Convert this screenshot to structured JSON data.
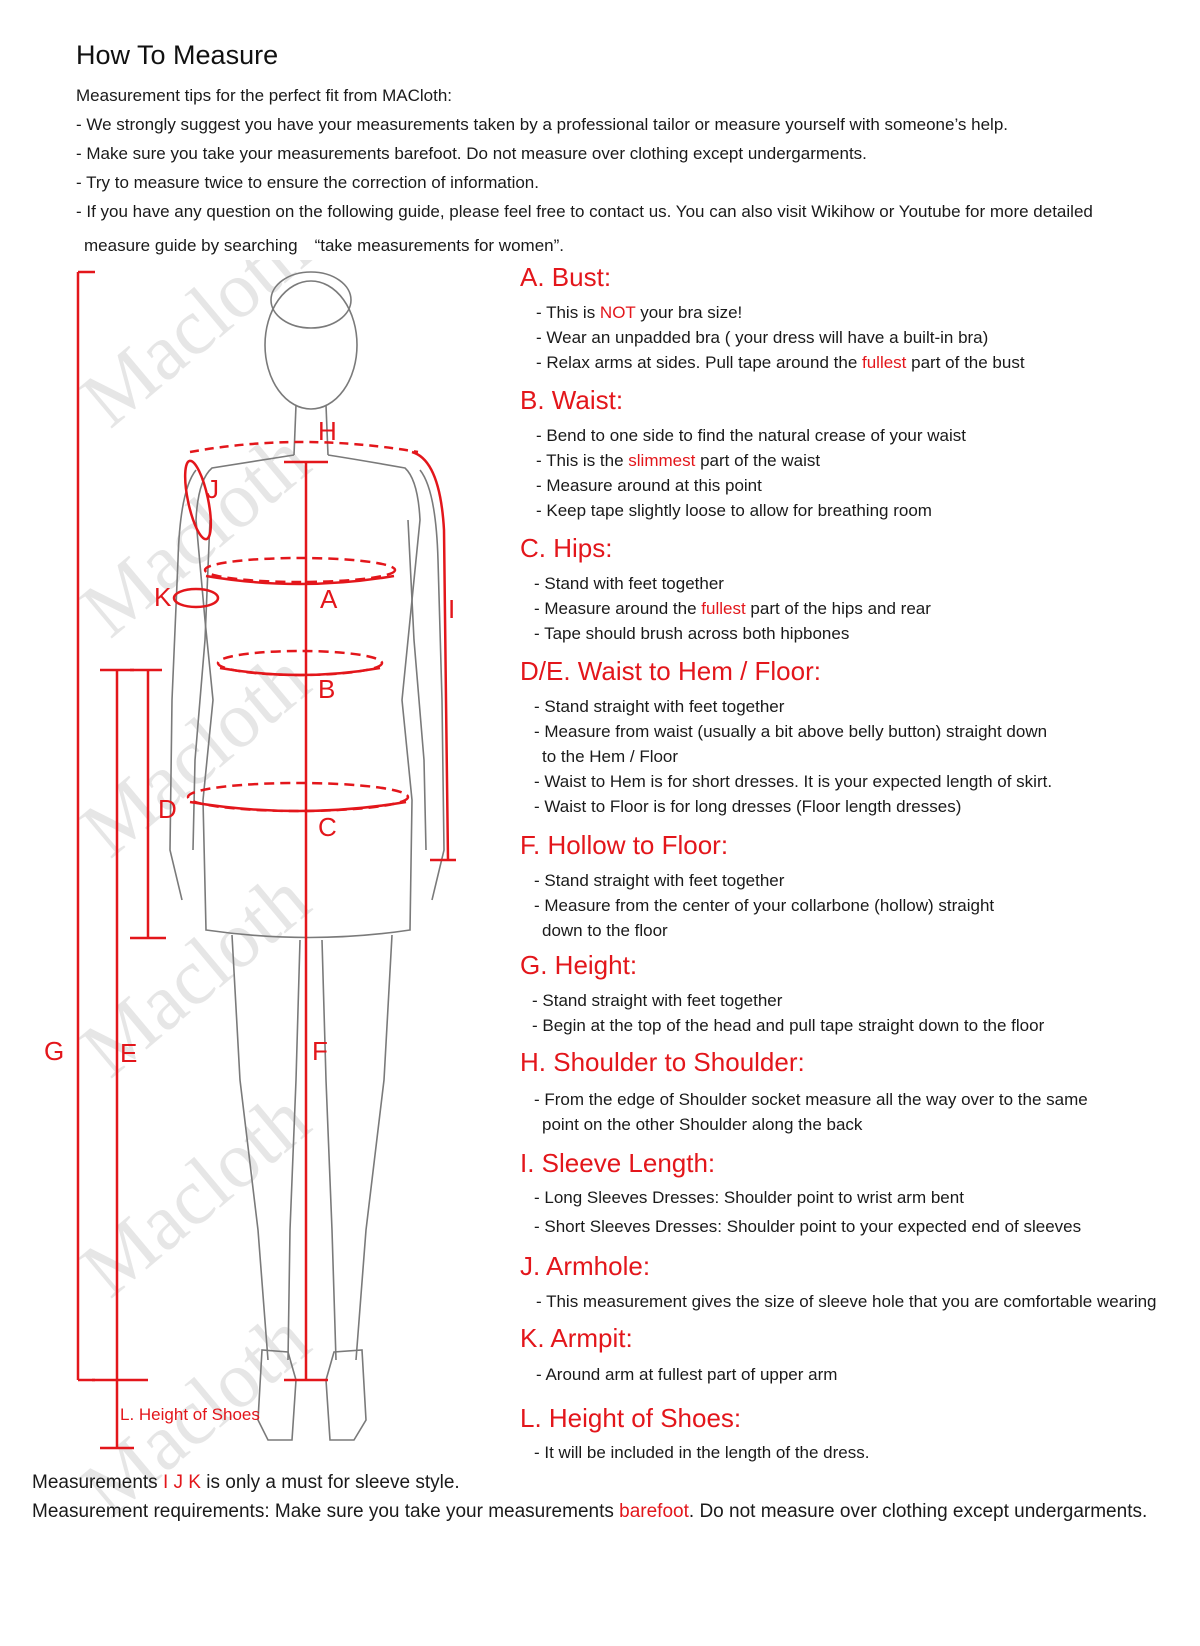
{
  "title": "How To Measure",
  "intro": [
    "Measurement tips for the perfect fit from MACloth:",
    "- We strongly suggest you have your measurements taken by a professional tailor or measure yourself with someone’s help.",
    "- Make sure you take your measurements barefoot. Do not measure over clothing except undergarments.",
    "- Try to measure twice to ensure the correction of information.",
    "- If you have any question on the following guide, please feel free to contact us. You can also visit Wikihow or Youtube for more detailed",
    "measure guide by searching　“take measurements for women”."
  ],
  "figure": {
    "watermark": "Macloth",
    "labels": {
      "a": "A",
      "b": "B",
      "c": "C",
      "d": "D",
      "e": "E",
      "f": "F",
      "g": "G",
      "h": "H",
      "i": "I",
      "j": "J",
      "k": "K",
      "l": "L. Height of Shoes"
    }
  },
  "sections": {
    "bust": {
      "heading": "A. Bust:",
      "b1_pre": "- This is ",
      "b1_hl": "NOT",
      "b1_post": " your bra size!",
      "b2": "- Wear an unpadded bra ( your dress will have a built-in bra)",
      "b3_pre": "- Relax arms at sides. Pull tape around the ",
      "b3_hl": "fullest",
      "b3_post": " part of the bust"
    },
    "waist": {
      "heading": "B. Waist:",
      "b1": "- Bend to one side to find the natural crease of your waist",
      "b2_pre": "- This is the ",
      "b2_hl": "slimmest",
      "b2_post": " part of the waist",
      "b3": "- Measure around at this point",
      "b4": "- Keep tape slightly loose to allow for breathing room"
    },
    "hips": {
      "heading": "C. Hips:",
      "b1": "- Stand with feet together",
      "b2_pre": "- Measure around the ",
      "b2_hl": "fullest",
      "b2_post": " part of the hips and rear",
      "b3": "- Tape should brush across both hipbones"
    },
    "waist_hem": {
      "heading": "D/E. Waist to Hem / Floor:",
      "b1": "- Stand straight with feet together",
      "b2": "- Measure from waist (usually a bit above belly button) straight down",
      "b2_cont": "to the Hem / Floor",
      "b3": "- Waist to Hem is for short dresses. It is your expected length of skirt.",
      "b4": "- Waist to Floor is for long dresses (Floor length dresses)"
    },
    "hollow": {
      "heading": "F. Hollow to Floor:",
      "b1": "- Stand straight with feet together",
      "b2": "- Measure from the center of your collarbone (hollow) straight",
      "b2_cont": "down to the floor"
    },
    "height": {
      "heading": "G. Height:",
      "b1": "- Stand straight with feet together",
      "b2": "- Begin at the top of the head and pull tape straight down to the  floor"
    },
    "shoulder": {
      "heading": "H. Shoulder to Shoulder:",
      "b1": "- From the edge of Shoulder socket measure all the way over to the same",
      "b1_cont": "point on the other Shoulder along the back"
    },
    "sleeve": {
      "heading": "I. Sleeve Length:",
      "b1": "- Long Sleeves Dresses: Shoulder point to wrist arm bent",
      "b2": "- Short Sleeves Dresses: Shoulder point to your expected end of sleeves"
    },
    "armhole": {
      "heading": "J. Armhole:",
      "b1": "- This measurement gives the size of sleeve hole that you are comfortable wearing"
    },
    "armpit": {
      "heading": "K. Armpit:",
      "b1": "- Around arm at fullest part of upper arm"
    },
    "shoes": {
      "heading": "L. Height of Shoes:",
      "b1": "- It will be included in the length of the dress."
    }
  },
  "footer": {
    "line1_pre": "Measurements ",
    "line1_hl": "I J K",
    "line1_post": " is only a must for sleeve style.",
    "line2_pre": "Measurement requirements: Make sure you take your measurements ",
    "line2_hl": "barefoot",
    "line2_post": ". Do not measure over clothing except undergarments."
  },
  "colors": {
    "accent": "#e3161b",
    "text": "#1a1a1a"
  }
}
